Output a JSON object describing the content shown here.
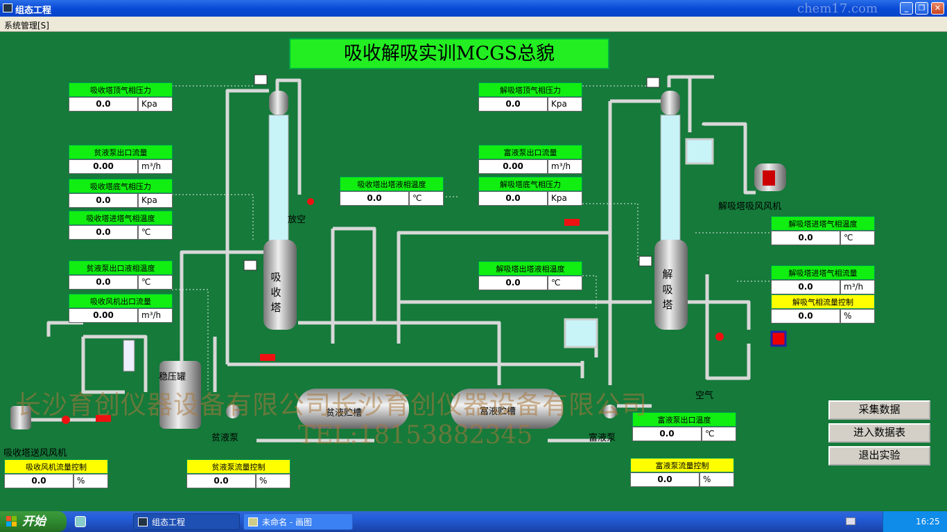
{
  "window": {
    "title": "组态工程",
    "watermark": "chem17.com"
  },
  "menu": {
    "system": "系统管理[S]"
  },
  "main_title": "吸收解吸实训MCGS总貌",
  "panels": {
    "abs_top_pressure": {
      "label": "吸收塔顶气相压力",
      "value": "0.0",
      "unit": "Kpa"
    },
    "lean_pump_flow": {
      "label": "贫液泵出口流量",
      "value": "0.00",
      "unit": "m³/h"
    },
    "abs_bottom_pressure": {
      "label": "吸收塔底气相压力",
      "value": "0.0",
      "unit": "Kpa"
    },
    "abs_inlet_gas_temp": {
      "label": "吸收塔进塔气相温度",
      "value": "0.0",
      "unit": "℃"
    },
    "lean_pump_temp": {
      "label": "贫液泵出口液相温度",
      "value": "0.0",
      "unit": "℃"
    },
    "abs_fan_flow": {
      "label": "吸收风机出口流量",
      "value": "0.00",
      "unit": "m³/h"
    },
    "abs_outlet_liq_temp": {
      "label": "吸收塔出塔液相温度",
      "value": "0.0",
      "unit": "℃"
    },
    "des_top_pressure": {
      "label": "解吸塔顶气相压力",
      "value": "0.0",
      "unit": "Kpa"
    },
    "rich_pump_flow": {
      "label": "富液泵出口流量",
      "value": "0.00",
      "unit": "m³/h"
    },
    "des_bottom_pressure": {
      "label": "解吸塔底气相压力",
      "value": "0.0",
      "unit": "Kpa"
    },
    "des_outlet_liq_temp": {
      "label": "解吸塔出塔液相温度",
      "value": "0.0",
      "unit": "℃"
    },
    "des_inlet_gas_temp": {
      "label": "解吸塔进塔气相温度",
      "value": "0.0",
      "unit": "℃"
    },
    "des_inlet_gas_flow": {
      "label": "解吸塔进塔气相流量",
      "value": "0.0",
      "unit": "m³/h"
    },
    "des_air_flow_ctrl": {
      "label": "解吸气相流量控制",
      "value": "0.0",
      "unit": "%"
    },
    "rich_pump_temp": {
      "label": "富液泵出口温度",
      "value": "0.0",
      "unit": "℃"
    },
    "abs_fan_flow_ctrl": {
      "label": "吸收风机流量控制",
      "value": "0.0",
      "unit": "%"
    },
    "lean_pump_flow_ctrl": {
      "label": "贫液泵流量控制",
      "value": "0.0",
      "unit": "%"
    },
    "rich_pump_flow_ctrl": {
      "label": "富液泵流量控制",
      "value": "0.0",
      "unit": "%"
    }
  },
  "equipment": {
    "vent": "放空",
    "abs_tower": "吸收塔",
    "des_tower": "解吸塔",
    "des_fan": "解吸塔吸风风机",
    "buffer_tank": "稳压罐",
    "lean_tank": "贫液贮槽",
    "rich_tank": "富液贮槽",
    "lean_pump": "贫液泵",
    "rich_pump": "富液泵",
    "abs_fan": "吸收塔送风风机",
    "air": "空气"
  },
  "buttons": {
    "collect": "采集数据",
    "enter_table": "进入数据表",
    "exit": "退出实验"
  },
  "overlays": {
    "company": "长沙育创仪器设备有限公司长沙育创仪器设备有限公司",
    "tel": "TEL:18153882345"
  },
  "taskbar": {
    "start": "开始",
    "task1": "组态工程",
    "task2": "未命名 - 画图",
    "clock": "16:25"
  },
  "colors": {
    "background": "#157a3a",
    "label_green": "#11ee11",
    "label_yellow": "#ffff00",
    "title_green": "#22ee22"
  }
}
